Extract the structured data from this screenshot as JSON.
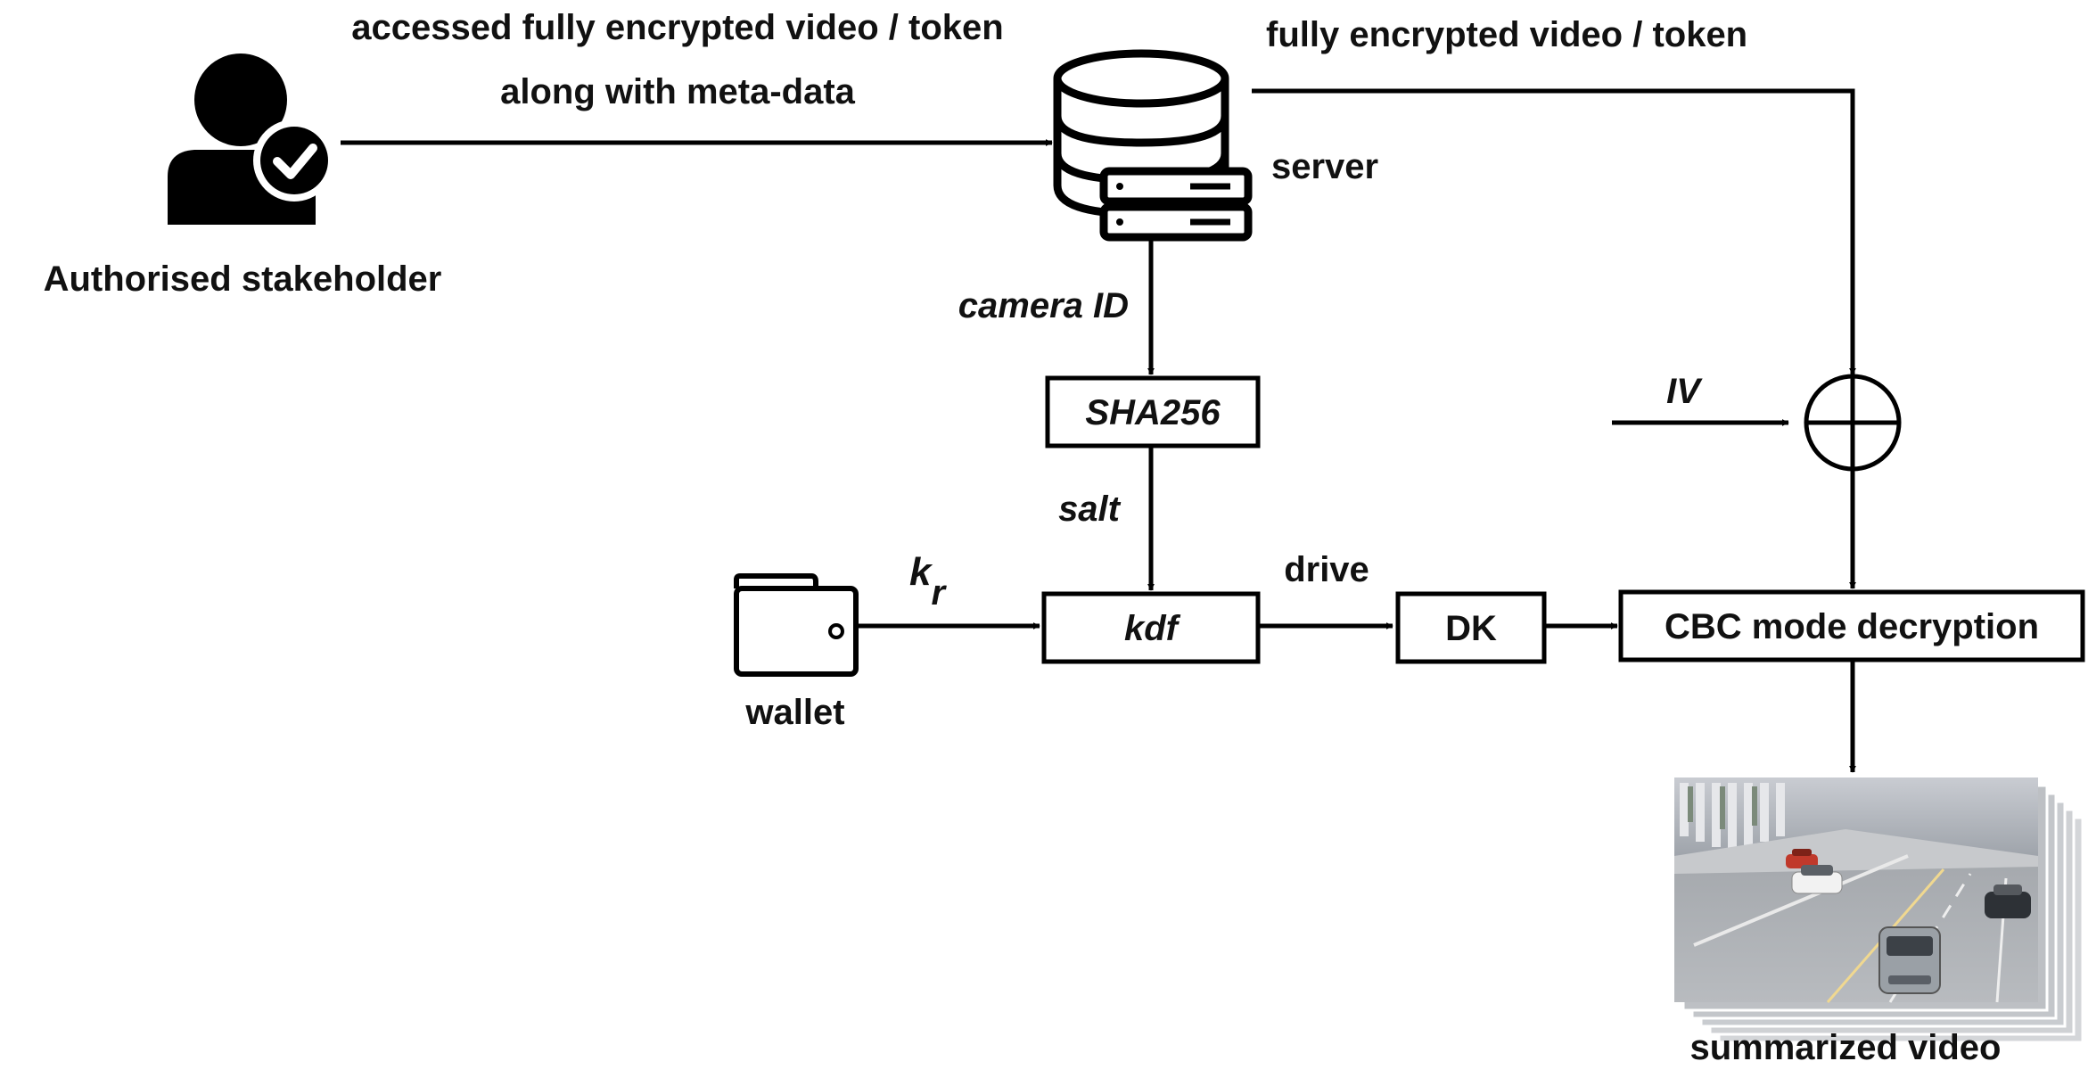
{
  "stakeholder": {
    "label": "Authorised stakeholder"
  },
  "server": {
    "label": "server"
  },
  "wallet": {
    "label": "wallet"
  },
  "edges": {
    "stakeholder_to_server_line1": "accessed fully encrypted video / token",
    "stakeholder_to_server_line2": "along with meta-data",
    "server_to_xor": "fully encrypted video / token",
    "camera_id": "camera ID",
    "salt": "salt",
    "kr_base": "k",
    "kr_sub": "r",
    "drive": "drive",
    "iv": "IV"
  },
  "blocks": {
    "sha": "SHA256",
    "kdf": "kdf",
    "dk": "DK",
    "cbc_bold": "CBC",
    "cbc_rest": " mode decryption"
  },
  "output": {
    "label": "summarized video"
  },
  "icons": [
    "user-check-icon",
    "database-server-icon",
    "wallet-icon",
    "xor-icon",
    "video-frames-image"
  ]
}
